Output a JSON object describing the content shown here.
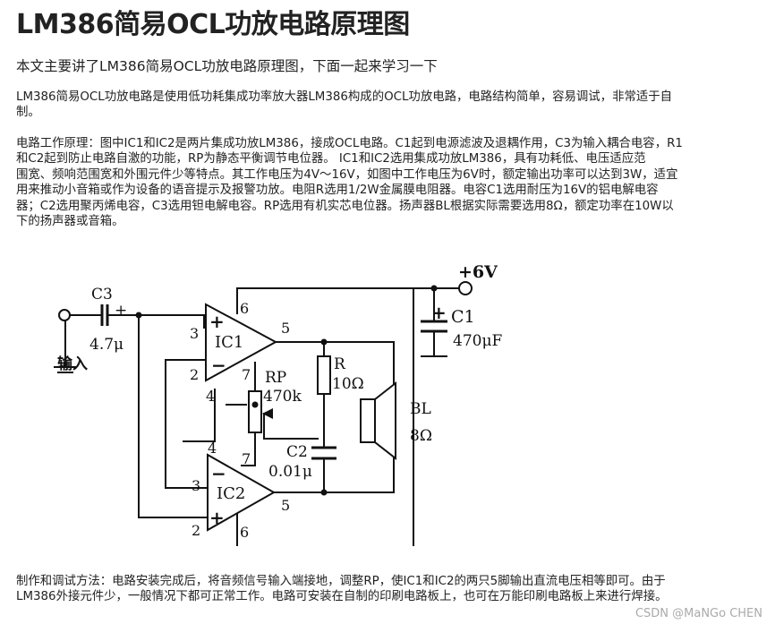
{
  "article": {
    "title": "LM386简易OCL功放电路原理图",
    "lead": "本文主要讲了LM386简易OCL功放电路原理图，下面一起来学习一下",
    "para1": [
      "LM386简易OCL功放电路是使用低功耗集成功率放大器LM386构成的OCL功放电路，电路结构简单，容易调试，非常适于自",
      "制。"
    ],
    "para2": [
      "电路工作原理：图中IC1和IC2是两片集成功放LM386，接成OCL电路。C1起到电源滤波及退耦作用，C3为输入耦合电容，R1",
      "和C2起到防止电路自激的功能，RP为静态平衡调节电位器。 IC1和IC2选用集成功放LM386，具有功耗低、电压适应范",
      "围宽、频响范围宽和外围元件少等特点。其工作电压为4V～16V，如图中工作电压为6V时，额定输出功率可以达到3W，适宜",
      "用来推动小音箱或作为设备的语音提示及报警功放。电阻R选用1/2W金属膜电阻器。电容C1选用耐压为16V的铝电解电容",
      "器；C2选用聚丙烯电容，C3选用钽电解电容。RP选用有机实芯电位器。扬声器BL根据实际需要选用8Ω，额定功率在10W以",
      "下的扬声器或音箱。"
    ],
    "para3": [
      "制作和调试方法：电路安装完成后，将音频信号输入端接地，调整RP，使IC1和IC2的两只5脚输出直流电压相等即可。由于",
      "LM386外接元件少，一般情况下都可正常工作。电路可安装在自制的印刷电路板上，也可在万能印刷电路板上来进行焊接。"
    ]
  },
  "circuit": {
    "supply": "+6V",
    "input_label": "输入",
    "c3": "C3",
    "c3_value": "4.7μ",
    "c1": "C1",
    "c1_value": "470μF",
    "ic1": "IC1",
    "ic2": "IC2",
    "rp": "RP",
    "rp_value": "470k",
    "r": "R",
    "r_value": "10Ω",
    "c2": "C2",
    "c2_value": "0.01μ",
    "bl": "BL",
    "bl_value": "8Ω",
    "plus": "+",
    "minus": "−",
    "pin2": "2",
    "pin3": "3",
    "pin4": "4",
    "pin5": "5",
    "pin6": "6",
    "pin7": "7"
  },
  "watermark": "CSDN @MaNGo CHEN"
}
